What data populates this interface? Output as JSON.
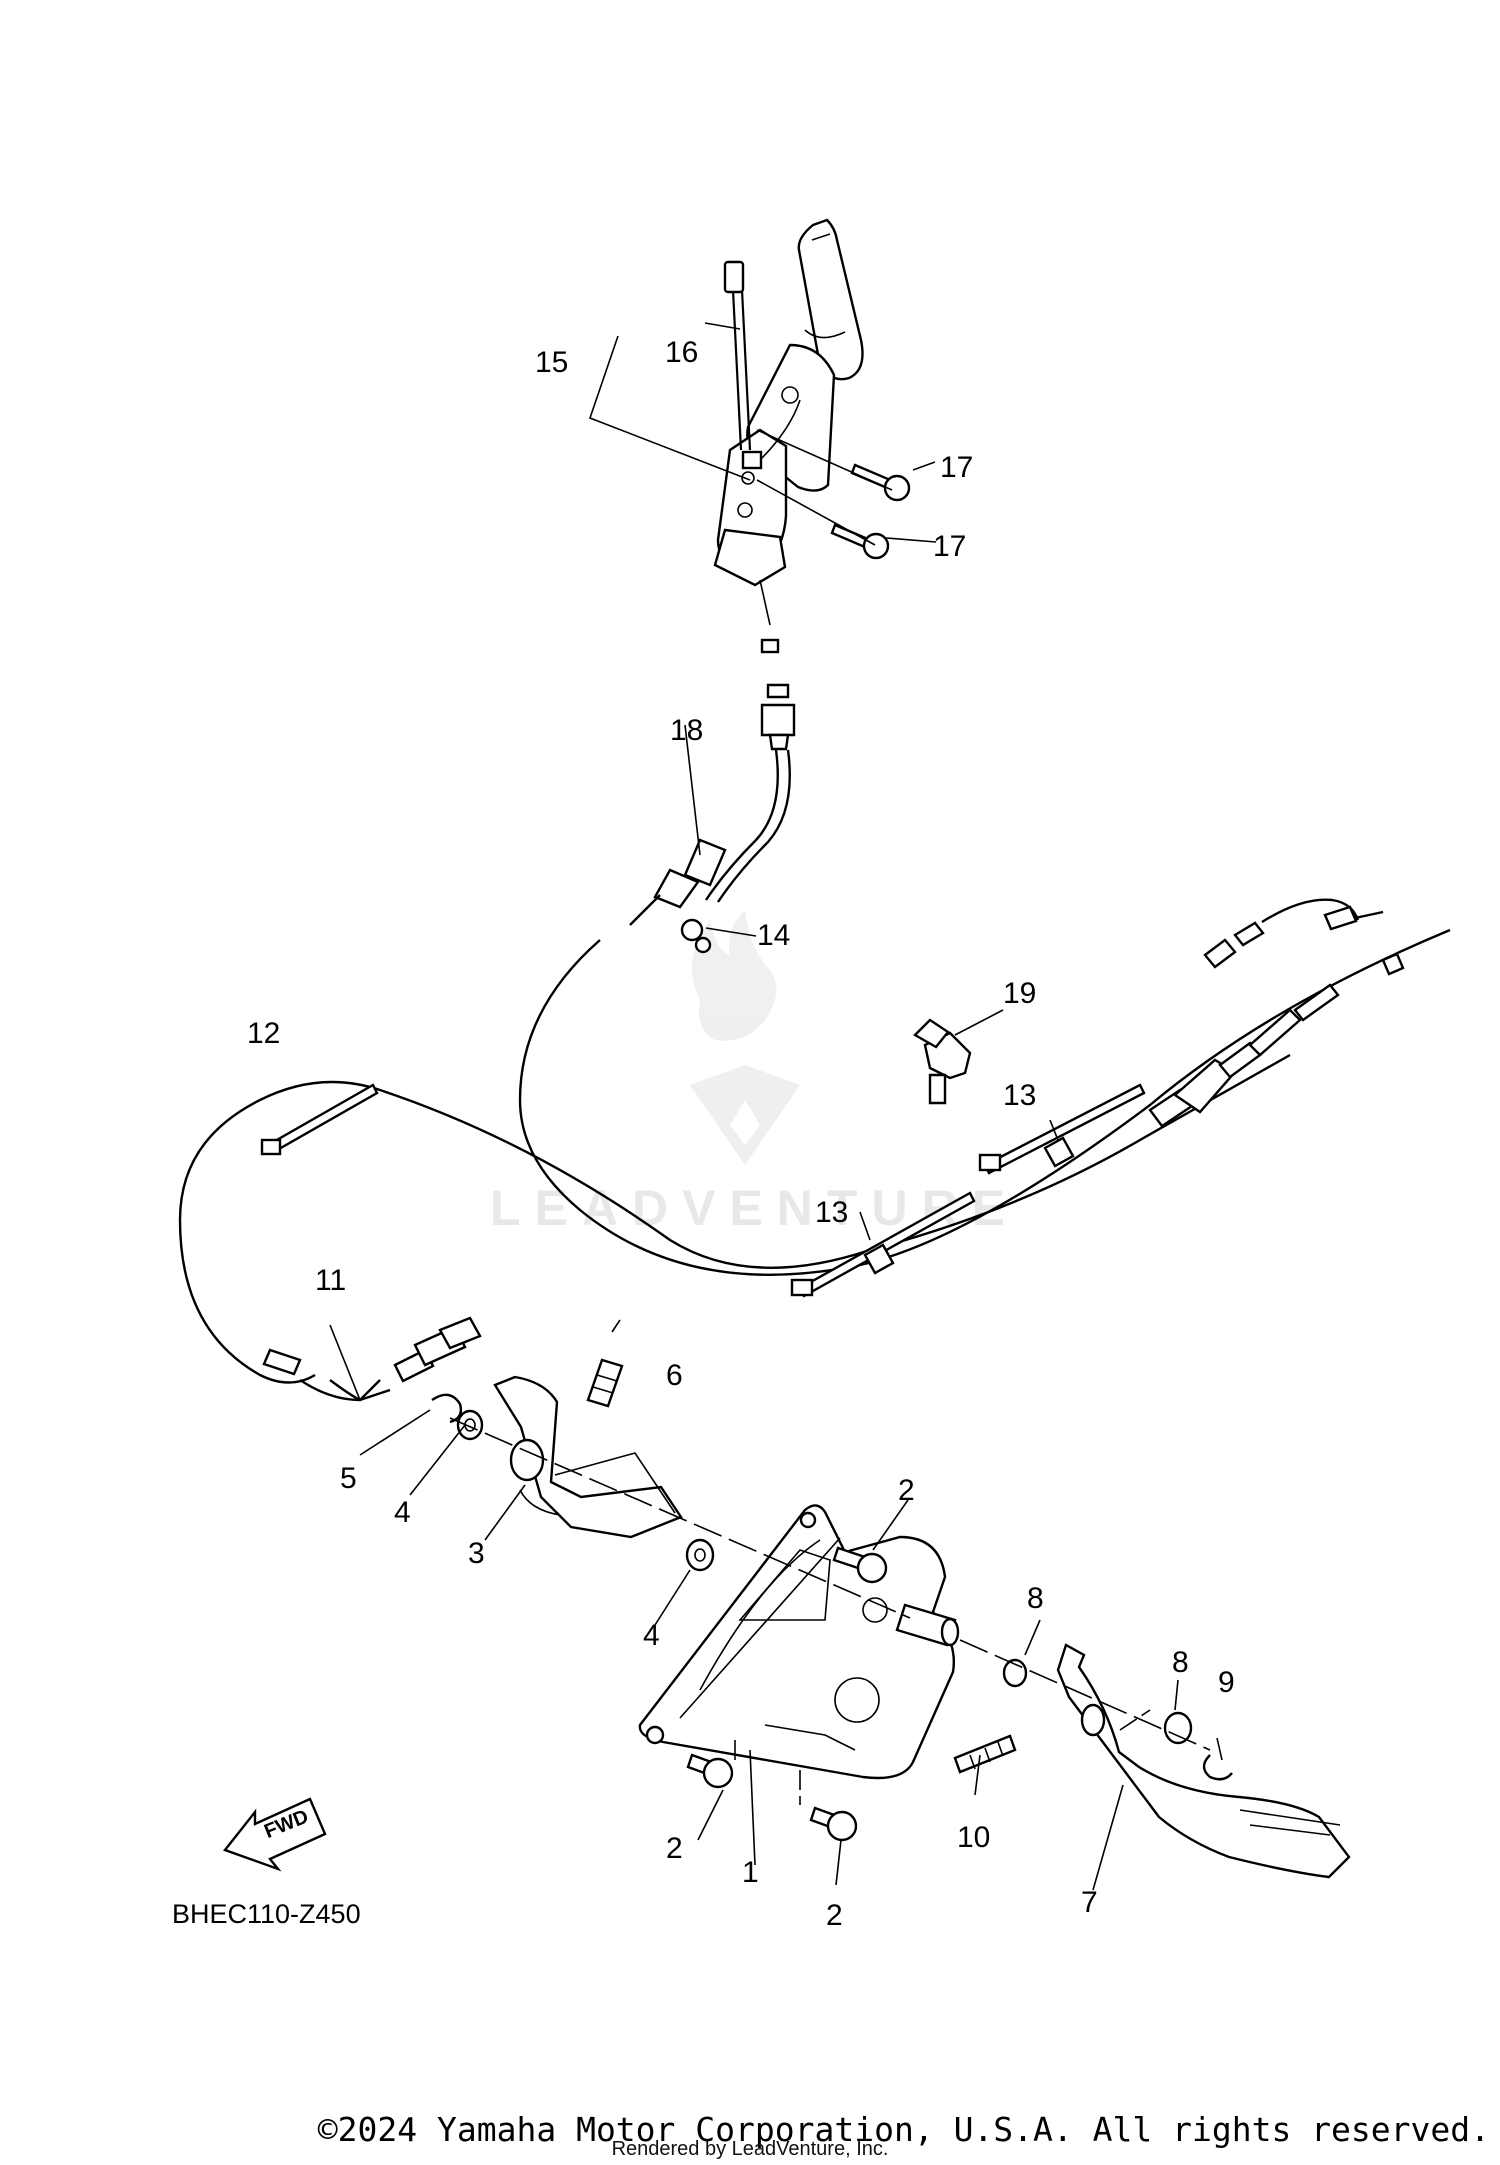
{
  "diagram": {
    "code": "BHEC110-Z450",
    "fwd_label": "FWD",
    "watermark": "LEADVENTURE",
    "callouts": {
      "c1": "1",
      "c2a": "2",
      "c2b": "2",
      "c2c": "2",
      "c3": "3",
      "c4a": "4",
      "c4b": "4",
      "c5": "5",
      "c6": "6",
      "c7": "7",
      "c8a": "8",
      "c8b": "8",
      "c9": "9",
      "c10": "10",
      "c11": "11",
      "c12": "12",
      "c13a": "13",
      "c13b": "13",
      "c14": "14",
      "c15": "15",
      "c16": "16",
      "c17a": "17",
      "c17b": "17",
      "c18": "18",
      "c19": "19"
    }
  },
  "footer": {
    "copyright": "©2024 Yamaha Motor Corporation, U.S.A. All rights reserved.",
    "rendered_by": "Rendered by LeadVenture, Inc."
  }
}
